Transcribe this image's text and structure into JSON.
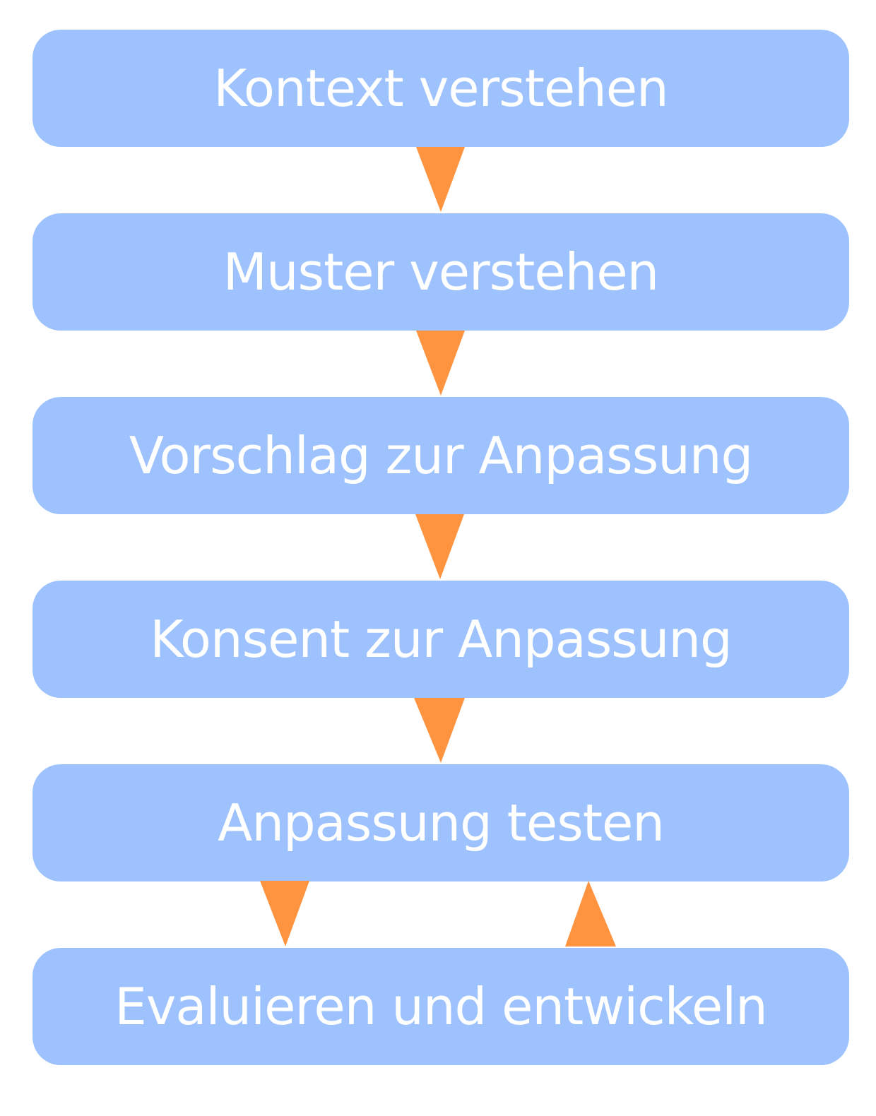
{
  "colors": {
    "box_fill": "#9dc2fd",
    "box_text": "#ffffff",
    "arrow_fill": "#ff9440",
    "background": "#ffffff"
  },
  "steps": [
    {
      "label": "Kontext verstehen"
    },
    {
      "label": "Muster verstehen"
    },
    {
      "label": "Vorschlag zur Anpassung"
    },
    {
      "label": "Konsent zur Anpassung"
    },
    {
      "label": "Anpassung testen"
    },
    {
      "label": "Evaluieren und entwickeln"
    }
  ],
  "connectors": [
    {
      "from": "Kontext verstehen",
      "to": "Muster verstehen",
      "direction": "down"
    },
    {
      "from": "Muster verstehen",
      "to": "Vorschlag zur Anpassung",
      "direction": "down"
    },
    {
      "from": "Vorschlag zur Anpassung",
      "to": "Konsent zur Anpassung",
      "direction": "down"
    },
    {
      "from": "Konsent zur Anpassung",
      "to": "Anpassung testen",
      "direction": "down"
    },
    {
      "from": "Anpassung testen",
      "to": "Evaluieren und entwickeln",
      "direction": "down"
    },
    {
      "from": "Evaluieren und entwickeln",
      "to": "Anpassung testen",
      "direction": "up"
    }
  ]
}
